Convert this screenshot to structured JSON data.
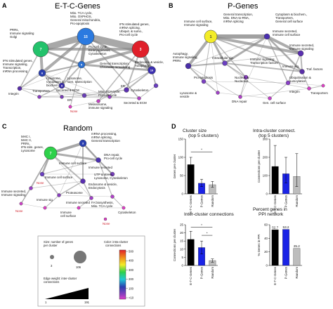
{
  "panels": {
    "A": {
      "letter": "A",
      "title": "E-T-C-Genes"
    },
    "B": {
      "letter": "B",
      "title": "P-Genes"
    },
    "C": {
      "letter": "C",
      "title": "Random"
    },
    "D": {
      "letter": "D"
    }
  },
  "A_labels": {
    "prrs": "PRRs,",
    "immune_sig": "Immune signaling",
    "golgi": "Golgi",
    "mito1": "Mito. TCA cycle,",
    "mito2": "Mito. OXPHOS,",
    "mito3": "General mitochondria,",
    "mito4": "Pro-apoptosis",
    "ifn1": "IFN stimulated genes,",
    "ifn2": "mRNA splicing,",
    "ifn3": "Ubiquit. & sumo.,",
    "ifn4": "Pro-cell cycle",
    "proc1": "Pro-cell cycle,",
    "proc2": "Embryogenesis,",
    "proc3": "Cytoskeleton",
    "isg1": "IFN stimulated genes,",
    "isg2": "Immune signaling,",
    "isg3": "Transcription,",
    "isg4": "mRNA processing",
    "gentx1": "General transcription,",
    "gentx2": "Chromatin remodeling",
    "endo1": "Endosome & vesicle,",
    "endo2": "Autophagy",
    "lyso1": "Lysosome,",
    "lyso2": "Cytoplasm &",
    "lyso3": "biochem.",
    "lyso4": "Lysosome,",
    "lyso5": "Gen. transcription",
    "secreted": "Secreted & ECM",
    "er": "ER",
    "cyto": "Cytoskeleton",
    "mitotca1": "Mito. TCA cycle,",
    "mitotca2": "Pro-cell cycle",
    "integrin": "Integrin",
    "transporters": "Transporters",
    "er2": "ER",
    "none": "None",
    "secreted2": "Secreted & ECM",
    "melano": "Melanosome,",
    "immune_sig2": "immune signaling"
  },
  "A_nodes": {
    "n7": "7",
    "n15": "15",
    "n3": "3",
    "n6": "6",
    "n16": "16",
    "n5": "5",
    "n9": "9"
  },
  "B_labels": {
    "gt1": "General transcription,",
    "gt2": "Mito. DNA-to-RNA,",
    "gt3": "mRNA splicing",
    "cyto1": "Cytoplasm & biochem.,",
    "cyto2": "Transporters,",
    "cyto3": "General cell surface",
    "ic1": "Immune cell surface,",
    "ic2": "Immune signaling",
    "is1": "Immune secreted,",
    "is2": "Immune cell surface",
    "is3": "Immune secreted,",
    "is4": "Immune signaling",
    "auto1": "Autophagy,",
    "auto2": "Immune signaling,",
    "auto3": "PRRs",
    "intra": "Intracellular sig.",
    "ist1": "Immune signaling",
    "ist2": "Transcription factors",
    "isg": "Immune sig.",
    "traf": "Traf. factors",
    "proapo": "Pro-apoptosis",
    "nuc1": "Nucleus &",
    "nuc2": "Nucleolus",
    "ubq1": "Ubiquitination &",
    "ubq2": "sumoylation",
    "lyso1": "Lysosome &",
    "lyso2": "vesicle",
    "dna": "DNA repair",
    "gcs1": "Gen. cell surface",
    "gcs2": "Integrin",
    "transp": "Transporters"
  },
  "B_nodes": {
    "n1": "1"
  },
  "C_labels": {
    "title": "Random",
    "mhc1": "MHC I,",
    "mhc2": "MHC II,",
    "mhc3": "PRRs,",
    "mhc4": "IFN stim. genes,",
    "mhc5": "Lysosome",
    "mrna1": "mRNA processing,",
    "mrna2": "mRNA splicing,",
    "mrna3": "General transcription",
    "dna1": "DNA repair,",
    "dna2": "Pro-cell cycle",
    "imm_cs": "Immune cell surface",
    "imm_sec": "Immune secreted",
    "utp1": "UTP & stress,",
    "utp2": "Lysosome, Cytoskeleton",
    "endo1": "Endosome & vesicle,",
    "endo2": "Endocytosis",
    "imm_cs2": "Immune cell surface",
    "none": "None",
    "imm_sig1": "Immune secreted,",
    "imm_sig2": "Immune signaling",
    "proteasome": "Proteasome",
    "imm_sig3": "Immune sig.",
    "fa1": "FA biosynthesis,",
    "fa2": "Mito. TCA cycle",
    "imm_sec2": "Immune secreted",
    "none2": "None",
    "imm_cs3": "Immune",
    "imm_cs4": "cell surface",
    "cyto": "Cytoskeleton",
    "none3": "None"
  },
  "C_nodes": {
    "n7": "7",
    "n3": "3"
  },
  "legend": {
    "size_title1": "Size: number of genes",
    "size_title2": "per cluster",
    "size_min": "3",
    "size_max": "106",
    "color_title1": "Color: intra-cluster",
    "color_title2": "connections",
    "color_ticks": [
      "500",
      "400",
      "300",
      "200",
      "100",
      "<10"
    ],
    "edge_title1": "Edge weight: inter-cluster",
    "edge_title2": "connections",
    "edge_min": "1",
    "edge_max": "191"
  },
  "chart_data": [
    {
      "type": "bar",
      "title": "Cluster size (top 5 clusters)",
      "ylabel": "Genes per cluster",
      "categories": [
        "E-T-C-Genes",
        "P-Genes",
        "Random"
      ],
      "values": [
        80,
        29,
        25
      ],
      "errors": [
        [
          50,
          100
        ],
        [
          20,
          40
        ],
        [
          18,
          34
        ]
      ],
      "colors": [
        "#000000",
        "#1a23e6",
        "#bdbdbd"
      ],
      "ylim": [
        0,
        150
      ],
      "yticks": [
        0,
        50,
        100,
        150
      ],
      "annotations": [
        "*"
      ]
    },
    {
      "type": "bar",
      "title": "Intra-cluster connect. (top 5 clusters)",
      "ylabel": "Connections per cluster",
      "categories": [
        "E-T-C-Genes",
        "P-Genes",
        "Random"
      ],
      "values": [
        150,
        110,
        95
      ],
      "errors": [
        [
          50,
          265
        ],
        [
          60,
          200
        ],
        [
          40,
          220
        ]
      ],
      "colors": [
        "#000000",
        "#1a23e6",
        "#bdbdbd"
      ],
      "ylim": [
        0,
        300
      ],
      "yticks": [
        0,
        100,
        200,
        300
      ]
    },
    {
      "type": "bar",
      "title": "Inter-cluster connections",
      "ylabel": "Connections per cluster",
      "categories": [
        "E-T-C-Genes",
        "P-Genes",
        "Random"
      ],
      "values": [
        16,
        11,
        3
      ],
      "errors": [
        [
          11,
          21
        ],
        [
          7,
          15
        ],
        [
          2,
          4
        ]
      ],
      "colors": [
        "#000000",
        "#1a23e6",
        "#bdbdbd"
      ],
      "ylim": [
        0,
        25
      ],
      "yticks": [
        0,
        5,
        10,
        15,
        20,
        25
      ],
      "annotations": [
        "*",
        "*"
      ]
    },
    {
      "type": "bar",
      "title": "Percent genes in PPI network",
      "ylabel": "% Genes in PPI",
      "categories": [
        "E-T-C-Genes",
        "P-Genes",
        "Random"
      ],
      "values": [
        52.7,
        53.2,
        25.2
      ],
      "value_labels": [
        "52.7",
        "53.2",
        "25.2"
      ],
      "colors": [
        "#000000",
        "#1a23e6",
        "#bdbdbd"
      ],
      "ylim": [
        0,
        60
      ],
      "yticks": [
        0,
        20,
        40,
        60
      ]
    }
  ]
}
